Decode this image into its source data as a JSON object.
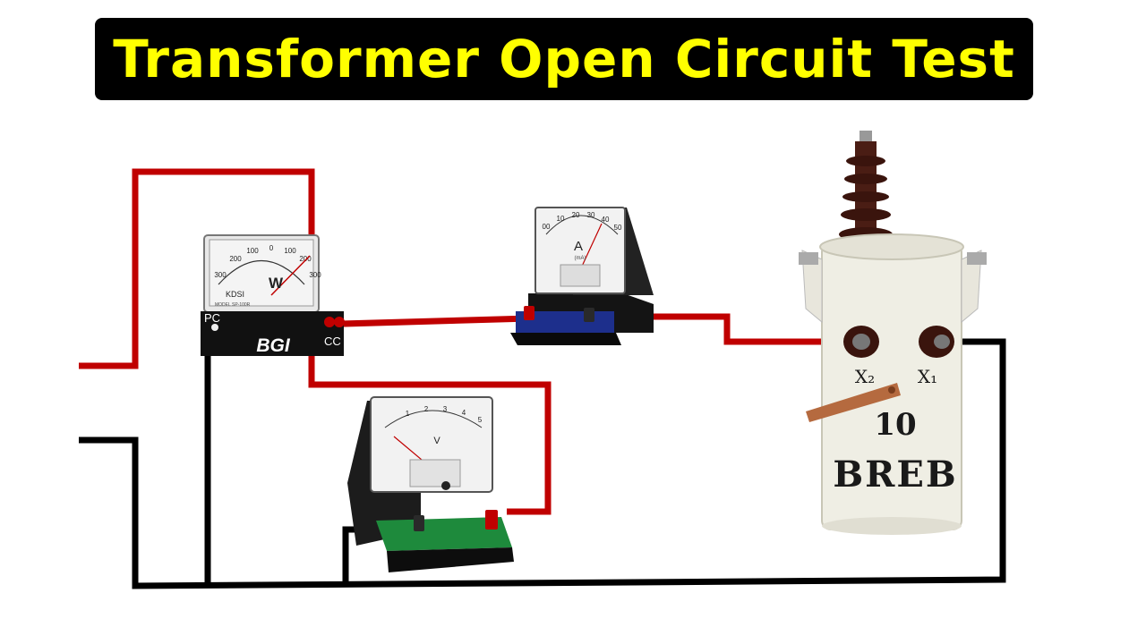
{
  "title": "Transformer  Open Circuit Test",
  "colors": {
    "title_bg": "#000000",
    "title_text": "#ffff00",
    "live_wire": "#c00000",
    "neutral_wire": "#000000"
  },
  "wattmeter": {
    "brand": "KDSI",
    "unit": "W",
    "scale": [
      "300",
      "200",
      "100",
      "0",
      "100",
      "200",
      "300"
    ],
    "model": "MODEL SP-100R",
    "base_label": "BGI",
    "terminal_pc": "PC",
    "terminal_cc": "CC"
  },
  "ammeter": {
    "unit": "A",
    "subunit": "(mA)",
    "scale": [
      "00",
      "10",
      "20",
      "30",
      "40",
      "50"
    ]
  },
  "voltmeter": {
    "unit": "V",
    "scale": [
      "1",
      "2",
      "3",
      "4",
      "5"
    ]
  },
  "transformer": {
    "terminal_x2": "X₂",
    "terminal_x1": "X₁",
    "rating": "10",
    "owner": "BREB"
  }
}
